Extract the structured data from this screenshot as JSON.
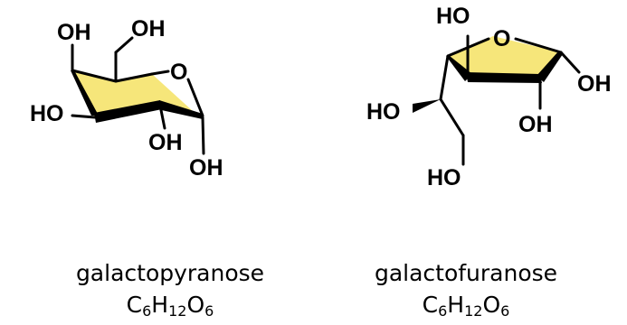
{
  "colors": {
    "ring_fill": "#f6e67a",
    "bond": "#000000",
    "background": "#ffffff"
  },
  "pyranose": {
    "name": "galactopyranose",
    "formula": {
      "c": "C",
      "c_sub": "6",
      "h": "H",
      "h_sub": "12",
      "o": "O",
      "o_sub": "6"
    },
    "labels": {
      "ring_o": "O",
      "oh_c4": "OH",
      "ch2oh": "OH",
      "oh_c3": "HO",
      "oh_c2": "OH",
      "oh_c1": "OH"
    }
  },
  "furanose": {
    "name": "galactofuranose",
    "formula": {
      "c": "C",
      "c_sub": "6",
      "h": "H",
      "h_sub": "12",
      "o": "O",
      "o_sub": "6"
    },
    "labels": {
      "ring_o": "O",
      "oh_c4": "HO",
      "oh_c1": "OH",
      "oh_c2": "OH",
      "oh_c5": "HO",
      "oh_c6": "HO"
    }
  }
}
